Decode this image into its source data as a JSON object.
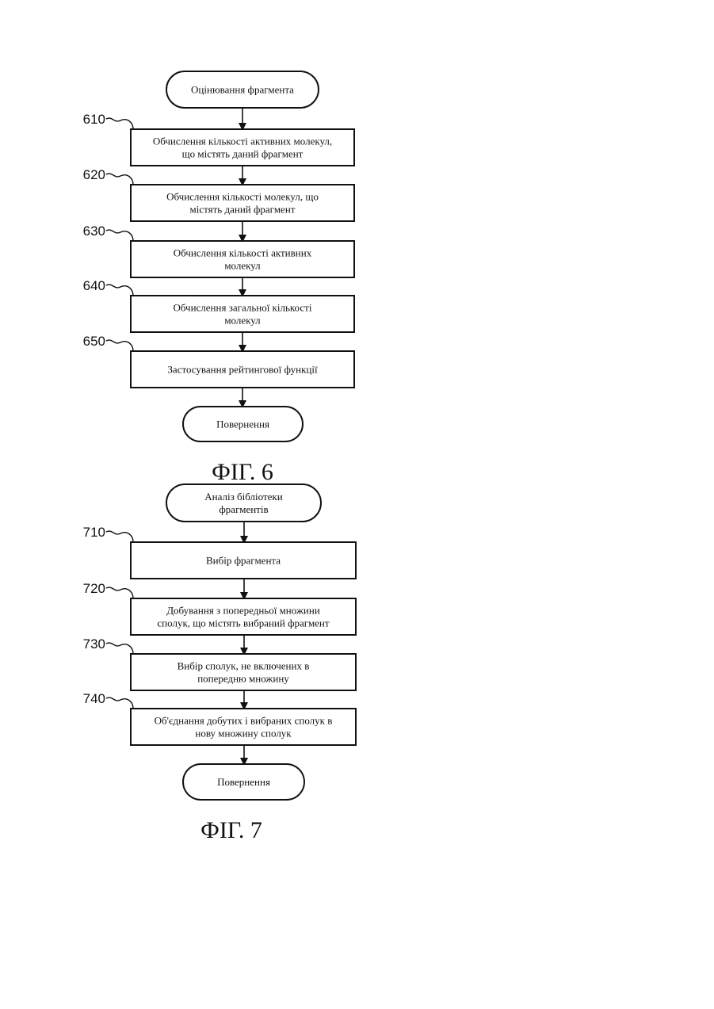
{
  "figures": [
    {
      "caption": "ФІГ. 6",
      "nodes": [
        {
          "kind": "terminal",
          "lines": [
            "Оцінювання фрагмента"
          ]
        },
        {
          "kind": "process",
          "ref": "610",
          "lines": [
            "Обчислення кількості активних молекул,",
            "що містять даний фрагмент"
          ]
        },
        {
          "kind": "process",
          "ref": "620",
          "lines": [
            "Обчислення кількості молекул, що",
            "містять даний фрагмент"
          ]
        },
        {
          "kind": "process",
          "ref": "630",
          "lines": [
            "Обчислення кількості активних",
            "молекул"
          ]
        },
        {
          "kind": "process",
          "ref": "640",
          "lines": [
            "Обчислення загальної кількості",
            "молекул"
          ]
        },
        {
          "kind": "process",
          "ref": "650",
          "lines": [
            "Застосування рейтингової функції"
          ]
        },
        {
          "kind": "terminal",
          "lines": [
            "Повернення"
          ]
        }
      ]
    },
    {
      "caption": "ФІГ. 7",
      "nodes": [
        {
          "kind": "terminal",
          "lines": [
            "Аналіз бібліотеки",
            "фрагментів"
          ]
        },
        {
          "kind": "process",
          "ref": "710",
          "lines": [
            "Вибір фрагмента"
          ]
        },
        {
          "kind": "process",
          "ref": "720",
          "lines": [
            "Добування з попередньої множини",
            "сполук, що містять вибраний фрагмент"
          ]
        },
        {
          "kind": "process",
          "ref": "730",
          "lines": [
            "Вибір сполук, не включених в",
            "попередню множину"
          ]
        },
        {
          "kind": "process",
          "ref": "740",
          "lines": [
            "Об'єднання добутих і вибраних сполук в",
            "нову множину сполук"
          ]
        },
        {
          "kind": "terminal",
          "lines": [
            "Повернення"
          ]
        }
      ]
    }
  ]
}
